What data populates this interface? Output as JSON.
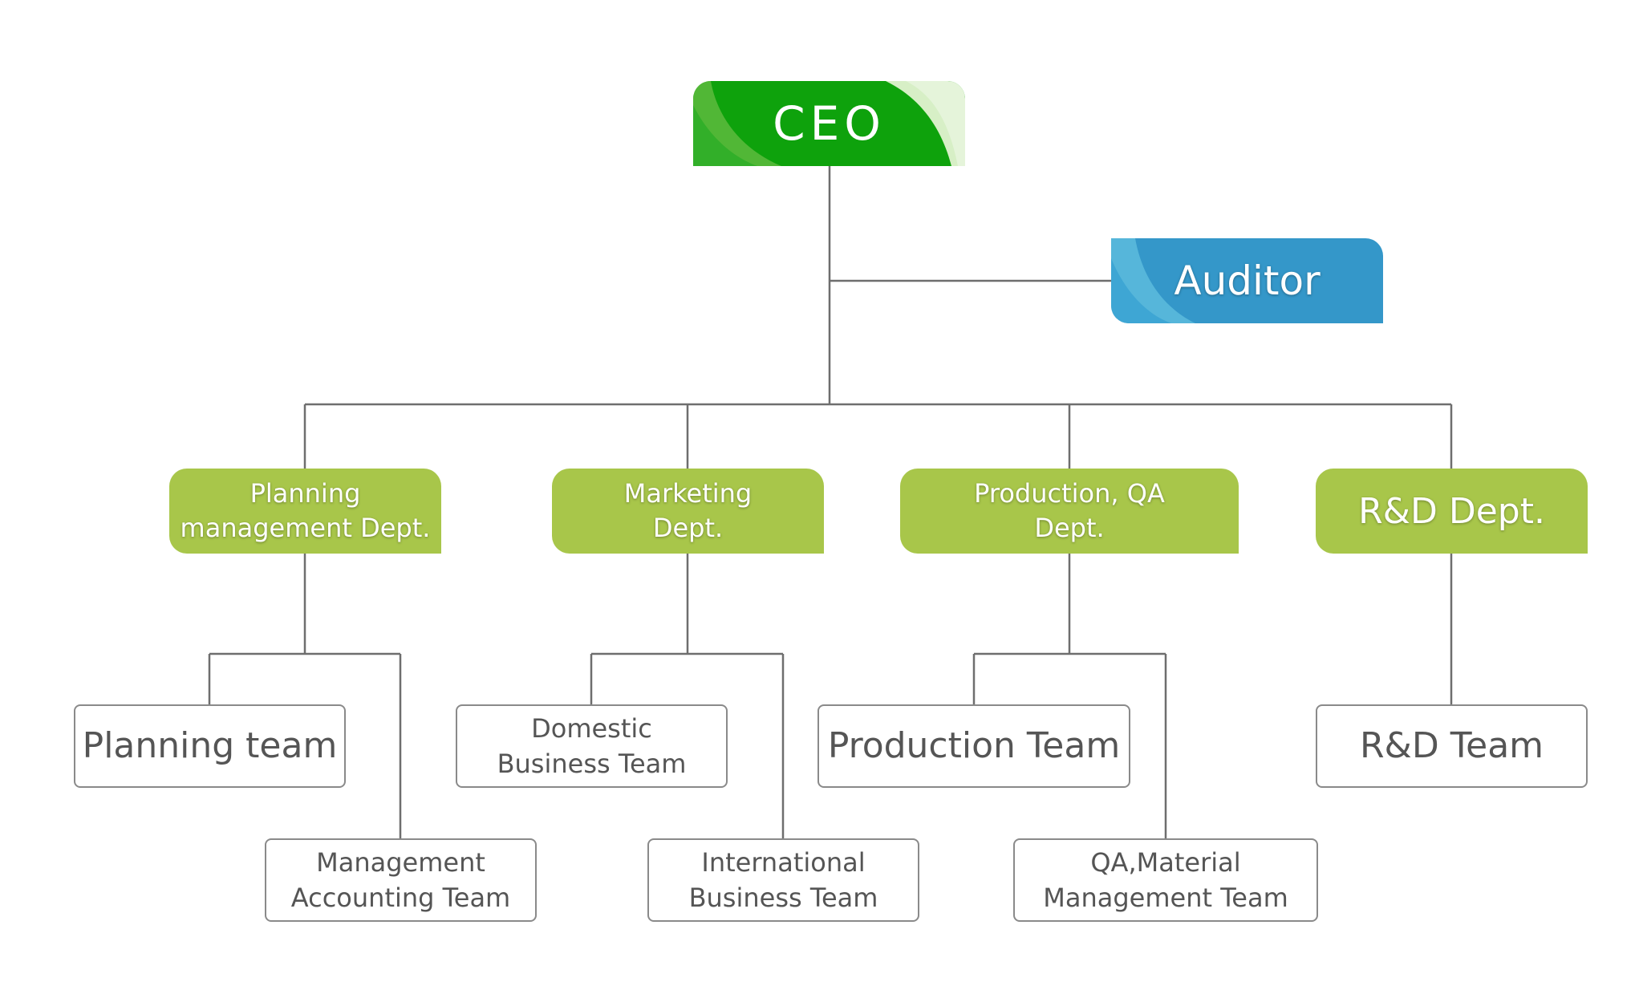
{
  "colors": {
    "ceo": "#0ea20c",
    "auditor": "#3497c9",
    "department": "#a8c64a",
    "team_border": "#8a8a8a",
    "team_text": "#555555",
    "connector": "#6e6e6e"
  },
  "ceo": {
    "label": "CEO"
  },
  "auditor": {
    "label": "Auditor"
  },
  "departments": [
    {
      "label": "Planning\nmanagement Dept."
    },
    {
      "label": "Marketing\nDept."
    },
    {
      "label": "Production, QA\nDept."
    },
    {
      "label": "R&D Dept."
    }
  ],
  "teams": [
    {
      "label": "Planning team"
    },
    {
      "label": "Management\nAccounting Team"
    },
    {
      "label": "Domestic\nBusiness Team"
    },
    {
      "label": "International\nBusiness Team"
    },
    {
      "label": "Production Team"
    },
    {
      "label": "QA,Material\nManagement Team"
    },
    {
      "label": "R&D Team"
    }
  ]
}
